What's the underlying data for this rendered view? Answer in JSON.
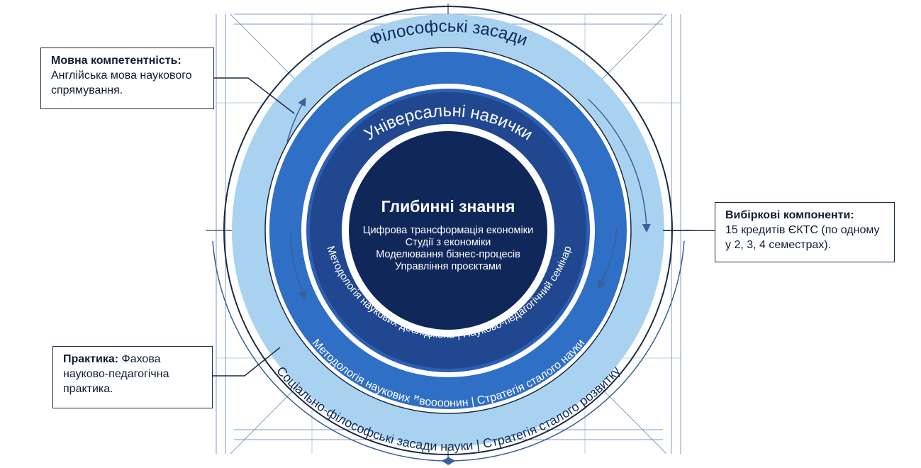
{
  "rings": {
    "outer_title": "Філософські засади",
    "outer_bottom": "Соціально-філософські засади науки | Стратегія сталого розвитку",
    "middle_title": "Універсальні навички",
    "middle_bottom": "Методологія наукових  ꟸвоооонин | Стратегія сталого науки",
    "inner_arc": "Методологія наукових досліджень | Науково-педагогічний семінар",
    "core_title": "Глибинні знання",
    "core_items": [
      "Цифрова трансформація економіки",
      "Студії з економіки",
      "Моделювання бізнес-процесів",
      "Управління проєктами"
    ]
  },
  "callouts": {
    "language": {
      "title": "Мовна компетентність:",
      "text": "Англійська мова наукового спрямування."
    },
    "electives": {
      "title": "Вибіркові компоненти:",
      "text": "15 кредитів ЄКТС (по одному у 2, 3, 4 семестрах)."
    },
    "practice": {
      "title": "Практика:",
      "text": "Фахова науково-педагогічна практика."
    }
  },
  "colors": {
    "outer_ring": "#a9d2f0",
    "ring_blue": "#2f6fc5",
    "ring_mid": "#2a5fb4",
    "ring_inner": "#20478f",
    "core": "#10275a",
    "line": "#4a6a9a",
    "callout_border": "#1b2a44"
  }
}
